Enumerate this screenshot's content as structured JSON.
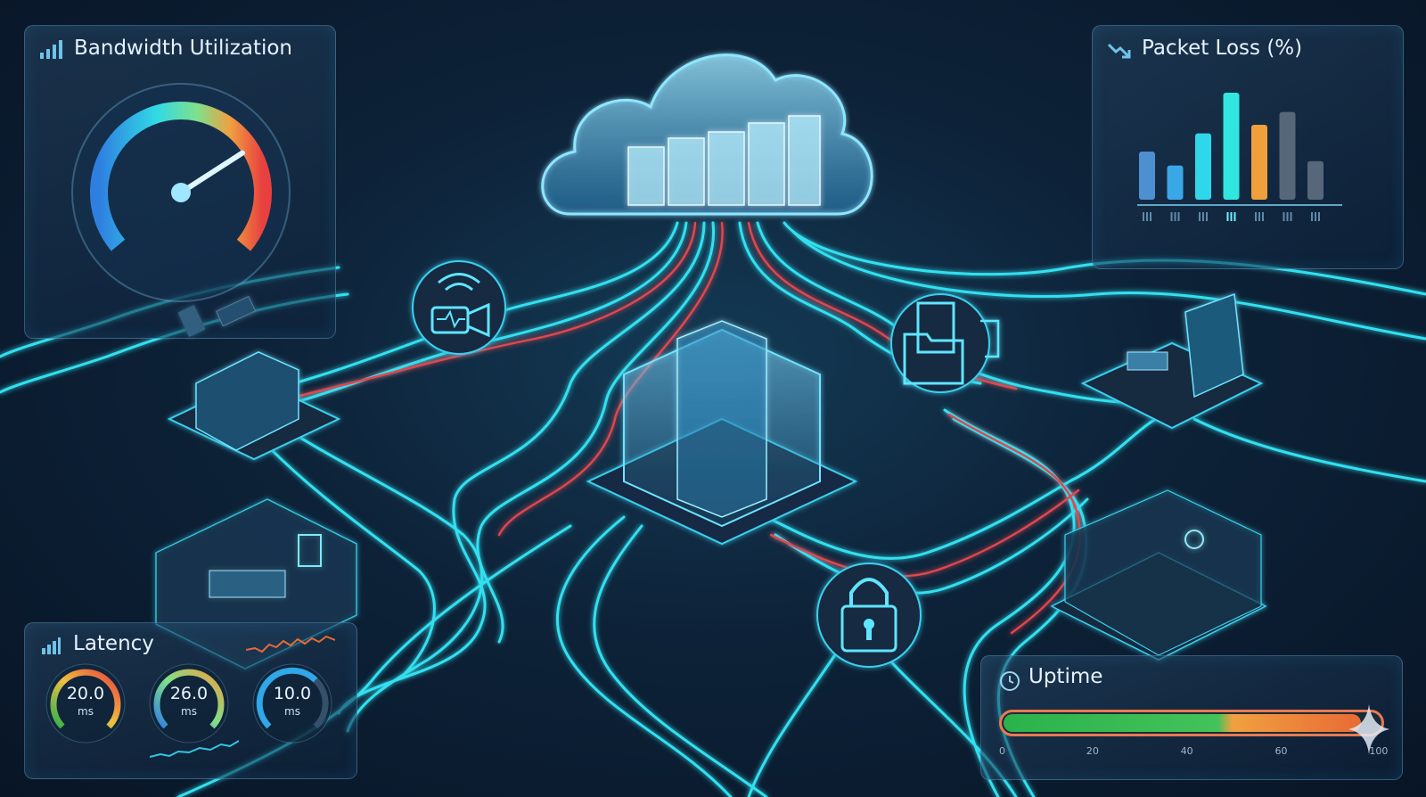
{
  "bandwidth": {
    "title": "Bandwidth Utilization",
    "icon": "signal-bars-icon",
    "level": 0.72
  },
  "packet_loss": {
    "title": "Packet Loss (%)",
    "icon": "trend-down-icon",
    "bars": [
      0.45,
      0.32,
      0.62,
      1.0,
      0.7,
      0.82,
      0.36
    ],
    "bar_colors": [
      "#4e8fd0",
      "#3aa7e6",
      "#2fd7ea",
      "#31e6e0",
      "#f0a03a",
      "#56677a",
      "#56677a"
    ]
  },
  "latency": {
    "title": "Latency",
    "icon": "signal-bars-icon",
    "gauges": [
      {
        "value": "20.0",
        "unit": "ms"
      },
      {
        "value": "26.0",
        "unit": "ms"
      },
      {
        "value": "10.0",
        "unit": "ms"
      }
    ]
  },
  "uptime": {
    "title": "Uptime",
    "icon": "clock-icon",
    "ticks": [
      "0",
      "20",
      "40",
      "60",
      "100"
    ],
    "value_percent": 95
  },
  "colors": {
    "cable_cyan": "#32e0f0",
    "cable_red": "#e0474f",
    "accent_orange": "#f28a3a",
    "accent_green": "#2bb24c"
  }
}
